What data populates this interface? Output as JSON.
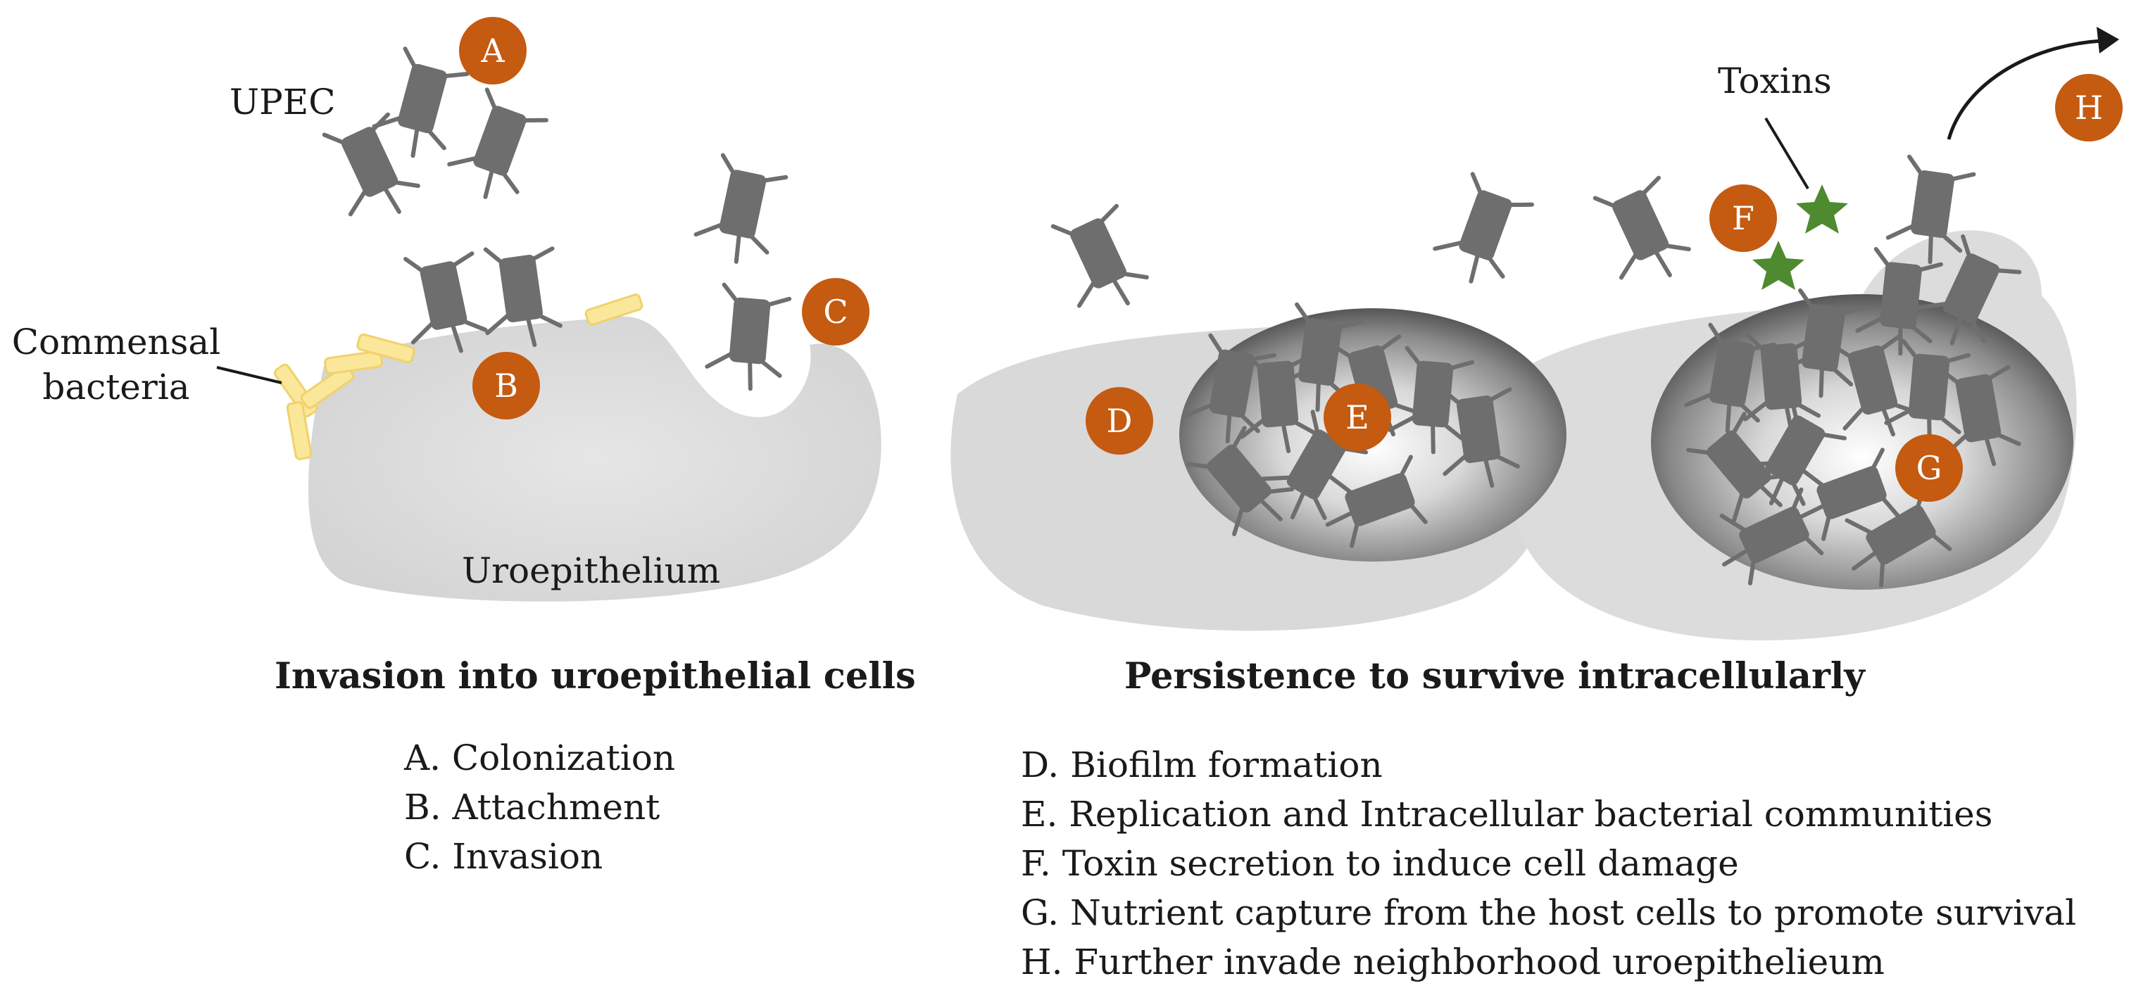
{
  "labels": {
    "upec": "UPEC",
    "commensal_line1": "Commensal",
    "commensal_line2": "bacteria",
    "uroepithelium": "Uroepithelium",
    "toxins": "Toxins"
  },
  "markers": [
    "A",
    "B",
    "C",
    "D",
    "E",
    "F",
    "G",
    "H"
  ],
  "panels": {
    "invasion": {
      "heading": "Invasion into uroepithelial cells",
      "steps": [
        "A. Colonization",
        "B.  Attachment",
        "C.  Invasion"
      ]
    },
    "persistence": {
      "heading": "Persistence to survive intracellularly",
      "steps": [
        "D. Biofilm formation",
        "E. Replication and Intracellular bacterial communities",
        "F. Toxin secretion to induce cell damage",
        "G. Nutrient capture from the host cells to promote survival",
        "H. Further invade neighborhood uroepithelieum"
      ]
    }
  },
  "colors": {
    "marker": "#c55a11",
    "bacterium": "#6e6e6e",
    "cell": "#dcdcdc",
    "commensal": "#fbe79a",
    "toxin": "#4e8a2f"
  },
  "icons": {
    "upec": "rod-bacterium-with-pili",
    "commensal": "rod-bacterium",
    "toxin": "star-icon",
    "marker": "circle-letter-badge",
    "spread": "curved-arrow-icon"
  }
}
